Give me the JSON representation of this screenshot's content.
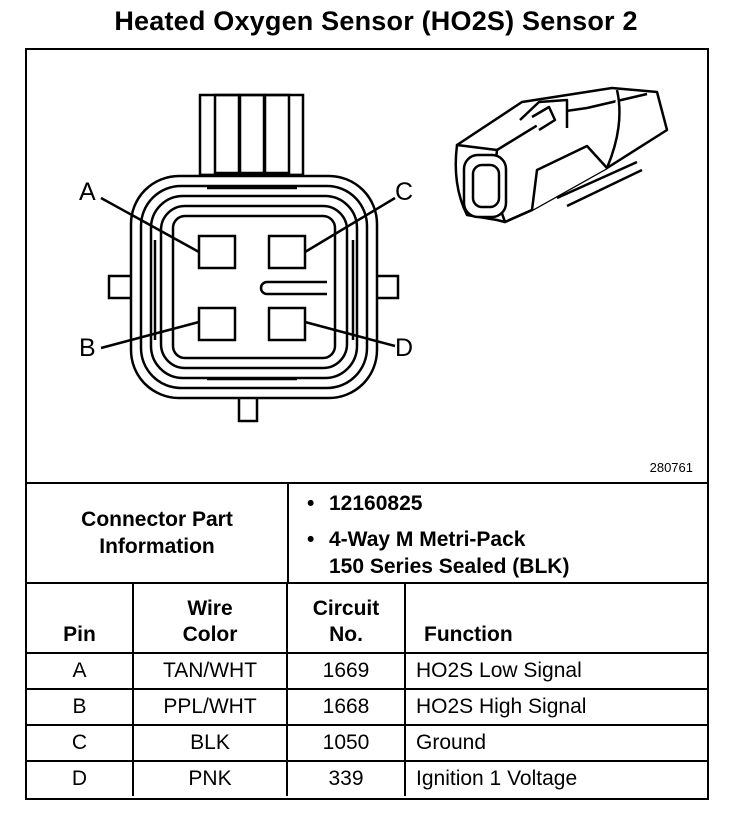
{
  "title": "Heated Oxygen Sensor (HO2S) Sensor 2",
  "diagram": {
    "figure_number": "280761",
    "pin_labels": [
      "A",
      "B",
      "C",
      "D"
    ]
  },
  "connector_info": {
    "label_line1": "Connector Part",
    "label_line2": "Information",
    "part_number": "12160825",
    "description_line1": "4-Way M Metri-Pack",
    "description_line2": "150 Series Sealed (BLK)"
  },
  "table": {
    "headers": {
      "pin": "Pin",
      "wire_color_line1": "Wire",
      "wire_color_line2": "Color",
      "circuit_line1": "Circuit",
      "circuit_line2": "No.",
      "function": "Function"
    },
    "rows": [
      {
        "pin": "A",
        "wire_color": "TAN/WHT",
        "circuit": "1669",
        "function": "HO2S Low Signal"
      },
      {
        "pin": "B",
        "wire_color": "PPL/WHT",
        "circuit": "1668",
        "function": "HO2S High Signal"
      },
      {
        "pin": "C",
        "wire_color": "BLK",
        "circuit": "1050",
        "function": "Ground"
      },
      {
        "pin": "D",
        "wire_color": "PNK",
        "circuit": "339",
        "function": "Ignition 1 Voltage"
      }
    ]
  }
}
